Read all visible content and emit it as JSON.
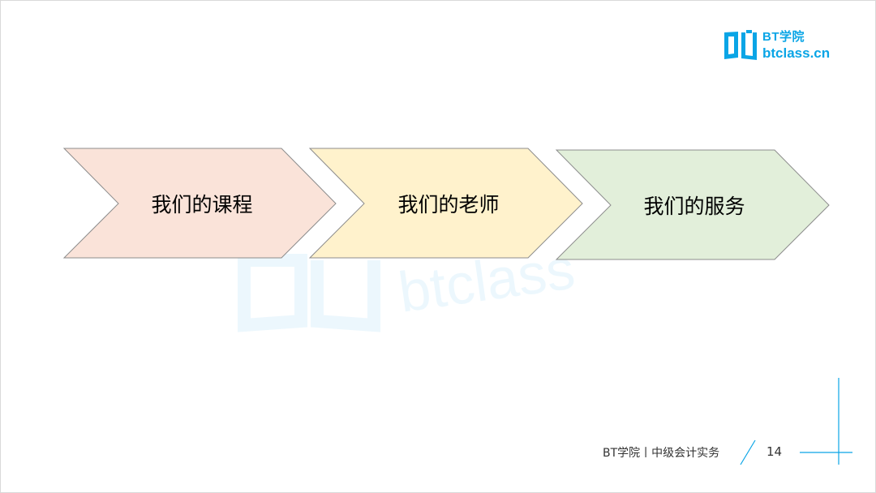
{
  "logo": {
    "name": "BT学院",
    "domain": "btclass.cn",
    "color": "#0aa5e6"
  },
  "watermark": {
    "text": "btclass"
  },
  "chevrons": [
    {
      "label": "我们的课程",
      "fill": "#fae3d9"
    },
    {
      "label": "我们的老师",
      "fill": "#fff2cc"
    },
    {
      "label": "我们的服务",
      "fill": "#e2efda"
    }
  ],
  "footer": {
    "text": "BT学院丨中级会计实务",
    "page_number": "14"
  },
  "colors": {
    "accent": "#0aa5e6",
    "chevron_stroke": "#8c8c8c"
  }
}
